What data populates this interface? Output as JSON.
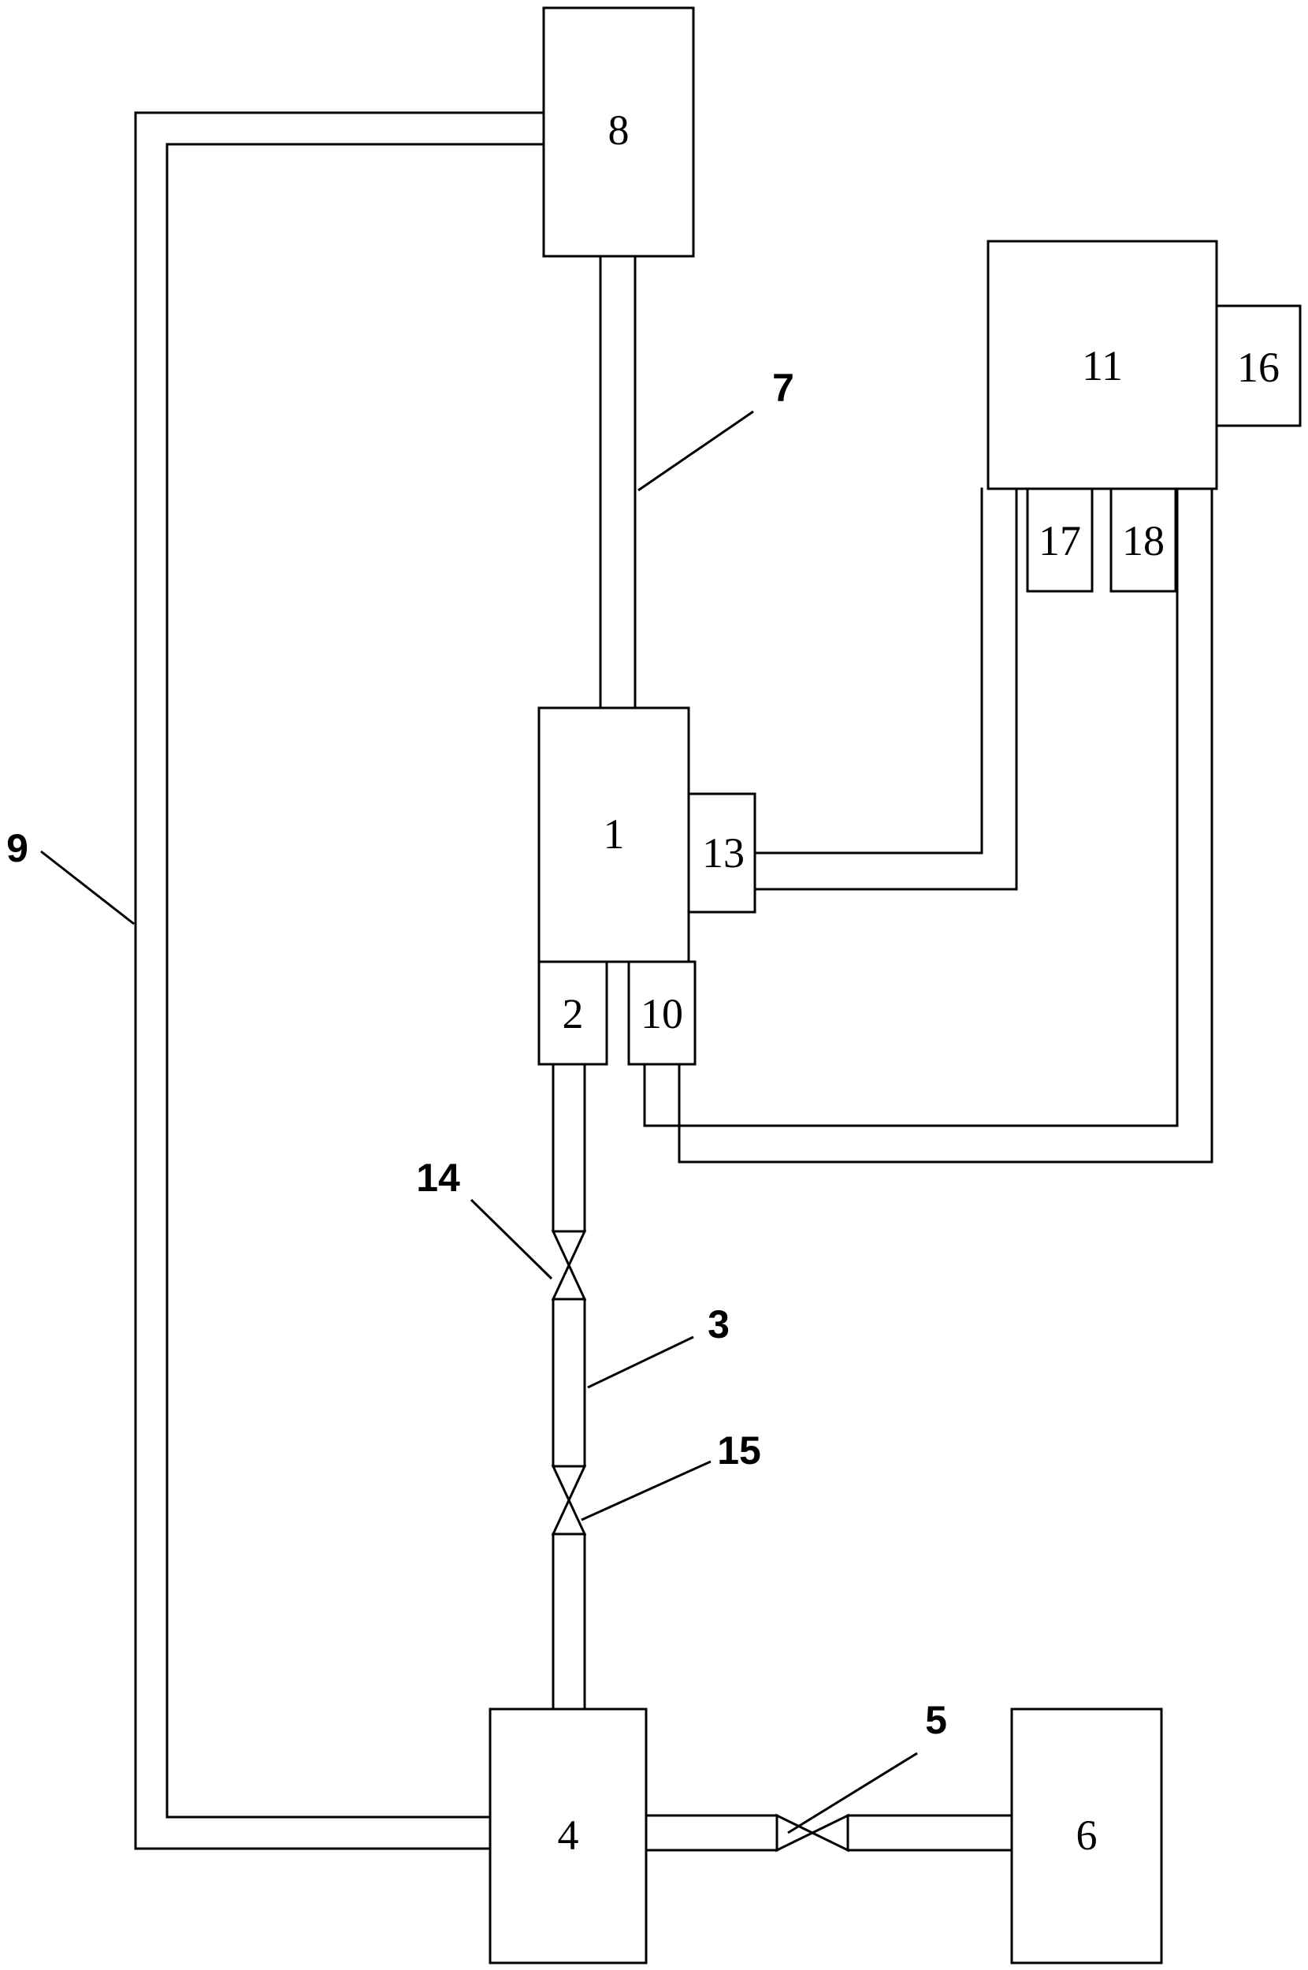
{
  "components": {
    "c1": "1",
    "c2": "2",
    "c4": "4",
    "c6": "6",
    "c8": "8",
    "c10": "10",
    "c11": "11",
    "c13": "13",
    "c16": "16",
    "c17": "17",
    "c18": "18"
  },
  "callouts": {
    "c3": "3",
    "c5": "5",
    "c7": "7",
    "c9": "9",
    "c14": "14",
    "c15": "15"
  }
}
